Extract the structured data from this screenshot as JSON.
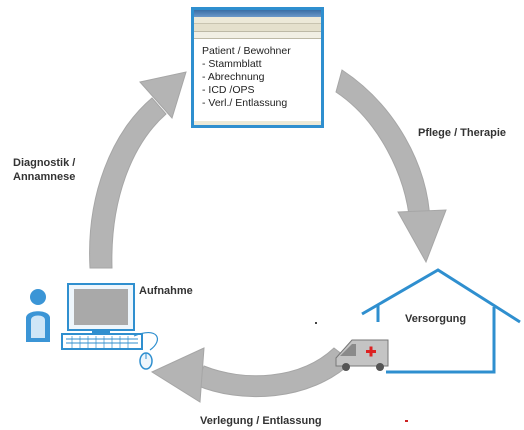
{
  "record": {
    "lines": [
      "Patient / Bewohner",
      "- Stammblatt",
      "- Abrechnung",
      "- ICD /OPS",
      "- Verl./ Entlassung"
    ]
  },
  "labels": {
    "pflege": "Pflege / Therapie",
    "diagnostik_1": "Diagnostik /",
    "diagnostik_2": "Annamnese",
    "aufnahme": "Aufnahme",
    "versorgung": "Versorgung",
    "verlegung": "Verlegung / Entlassung"
  },
  "colors": {
    "arrow": "#b4b4b4",
    "arrow_edge": "#9a9a9a",
    "house": "#2f8fcf",
    "computer": "#2f8fcf",
    "person": "#3b95d6",
    "cross": "#dd2222",
    "vehicle": "#bdbdbd",
    "text": "#333333"
  },
  "icons": [
    "document-window-icon",
    "house-icon",
    "ambulance-icon",
    "person-icon",
    "computer-icon",
    "mouse-icon"
  ]
}
